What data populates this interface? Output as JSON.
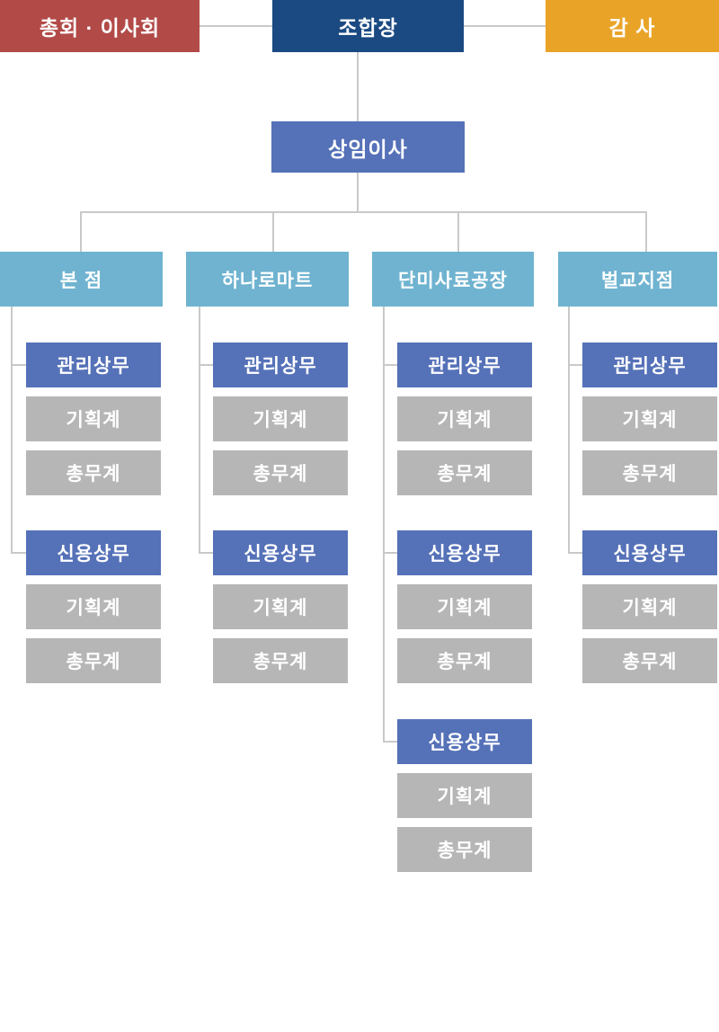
{
  "page": {
    "kind": "organization-chart",
    "background": "#ffffff",
    "line_color": "#c9c9c9"
  },
  "colors": {
    "assembly_red": "#b24a48",
    "president_navy": "#1b4a82",
    "auditor_orange": "#e9a428",
    "officer_blue": "#5571b8",
    "branch_teal": "#6fb3d0",
    "section_gray": "#b6b6b6",
    "text_white": "#ffffff"
  },
  "org": {
    "top": [
      {
        "label": "총회 · 이사회",
        "color": "#b24a48"
      },
      {
        "label": "조합장",
        "color": "#1b4a82"
      },
      {
        "label": "감 사",
        "color": "#e9a428"
      }
    ],
    "executive": {
      "label": "상임이사",
      "color": "#5571b8"
    },
    "branches": [
      {
        "label": "본 점",
        "color": "#6fb3d0",
        "groups": [
          {
            "head": "관리상무",
            "head_color": "#5571b8",
            "subs": [
              "기획계",
              "총무계"
            ],
            "sub_color": "#b6b6b6"
          },
          {
            "head": "신용상무",
            "head_color": "#5571b8",
            "subs": [
              "기획계",
              "총무계"
            ],
            "sub_color": "#b6b6b6"
          }
        ]
      },
      {
        "label": "하나로마트",
        "color": "#6fb3d0",
        "groups": [
          {
            "head": "관리상무",
            "head_color": "#5571b8",
            "subs": [
              "기획계",
              "총무계"
            ],
            "sub_color": "#b6b6b6"
          },
          {
            "head": "신용상무",
            "head_color": "#5571b8",
            "subs": [
              "기획계",
              "총무계"
            ],
            "sub_color": "#b6b6b6"
          }
        ]
      },
      {
        "label": "단미사료공장",
        "color": "#6fb3d0",
        "groups": [
          {
            "head": "관리상무",
            "head_color": "#5571b8",
            "subs": [
              "기획계",
              "총무계"
            ],
            "sub_color": "#b6b6b6"
          },
          {
            "head": "신용상무",
            "head_color": "#5571b8",
            "subs": [
              "기획계",
              "총무계"
            ],
            "sub_color": "#b6b6b6"
          },
          {
            "head": "신용상무",
            "head_color": "#5571b8",
            "subs": [
              "기획계",
              "총무계"
            ],
            "sub_color": "#b6b6b6"
          }
        ]
      },
      {
        "label": "벌교지점",
        "color": "#6fb3d0",
        "groups": [
          {
            "head": "관리상무",
            "head_color": "#5571b8",
            "subs": [
              "기획계",
              "총무계"
            ],
            "sub_color": "#b6b6b6"
          },
          {
            "head": "신용상무",
            "head_color": "#5571b8",
            "subs": [
              "기획계",
              "총무계"
            ],
            "sub_color": "#b6b6b6"
          }
        ]
      }
    ]
  }
}
